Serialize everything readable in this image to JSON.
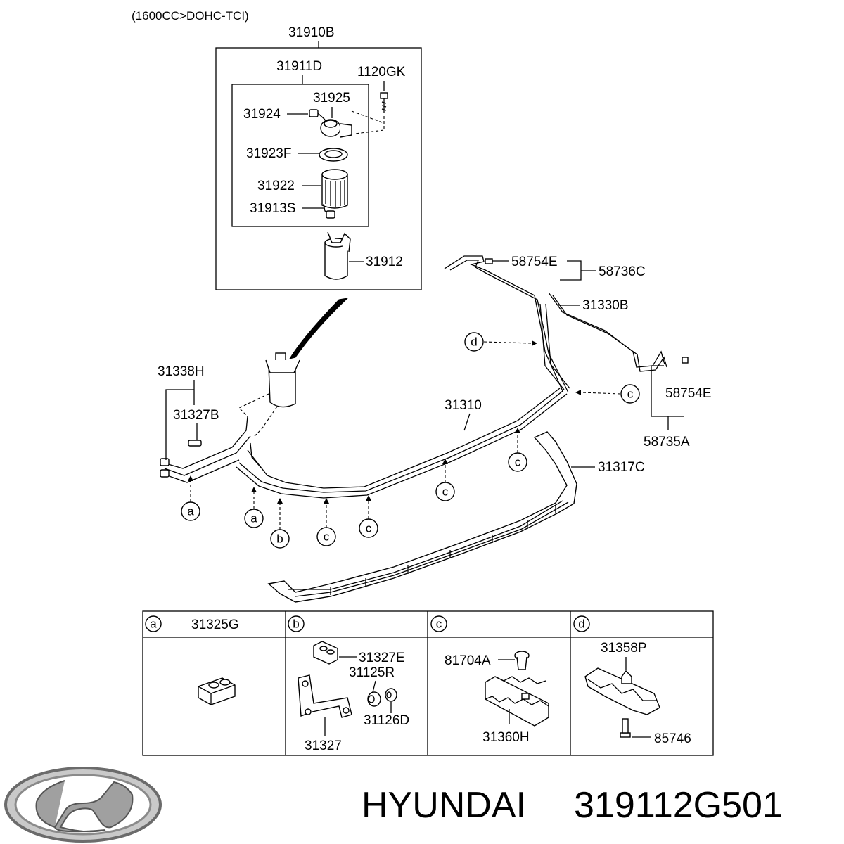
{
  "header": {
    "spec": "(1600CC>DOHC-TCI)"
  },
  "parts": {
    "p31910B": "31910B",
    "p31911D": "31911D",
    "p1120GK": "1120GK",
    "p31925": "31925",
    "p31924": "31924",
    "p31923F": "31923F",
    "p31922": "31922",
    "p31913S": "31913S",
    "p31912": "31912",
    "p58754E_top": "58754E",
    "p58736C": "58736C",
    "p31330B": "31330B",
    "p31338H": "31338H",
    "p31327B": "31327B",
    "p31310": "31310",
    "p58754E_right": "58754E",
    "p58735A": "58735A",
    "p31317C": "31317C"
  },
  "callouts": {
    "a": "a",
    "b": "b",
    "c": "c",
    "d": "d"
  },
  "table": {
    "cells": [
      {
        "letter": "a",
        "title": "31325G",
        "parts": []
      },
      {
        "letter": "b",
        "title": "",
        "parts": [
          "31327E",
          "31125R",
          "31126D",
          "31327"
        ]
      },
      {
        "letter": "c",
        "title": "",
        "parts": [
          "81704A",
          "31360H"
        ]
      },
      {
        "letter": "d",
        "title": "",
        "parts": [
          "31358P",
          "85746"
        ]
      }
    ]
  },
  "footer": {
    "brand": "HYUNDAI",
    "part_number": "319112G501",
    "logo_icon": "hyundai-logo-icon"
  }
}
